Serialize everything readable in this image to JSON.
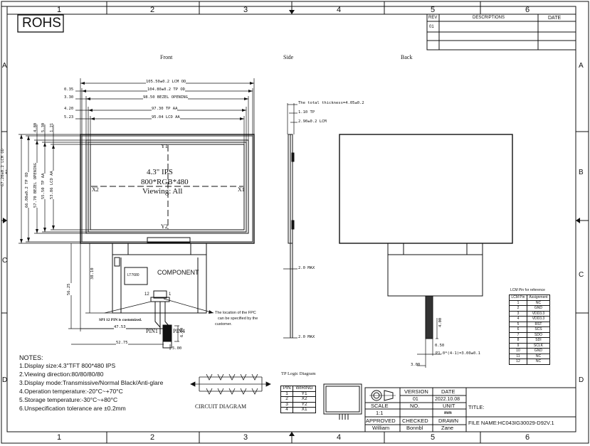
{
  "frame": {
    "cols": [
      "1",
      "2",
      "3",
      "4",
      "5",
      "6"
    ],
    "rows": [
      "A",
      "B",
      "C",
      "D"
    ]
  },
  "badge": "ROHS",
  "revision": {
    "h_rev": "REV",
    "h_desc": "DESCRIPTIONS",
    "h_date": "DATE",
    "rev": "01"
  },
  "views": {
    "front": "Front",
    "side": "Side",
    "back": "Back"
  },
  "front": {
    "title_line1": "4.3\" IPS",
    "title_line2": "800*RGB*480",
    "title_line3": "Viewing: All",
    "y1": "Y1",
    "y2": "Y2",
    "x1": "X1",
    "x2": "X2",
    "dim_lcm_od": "105.50±0.2 LCM OD",
    "dim_tp_od": "104.80±0.2 TP OD",
    "dim_bezel": "98.50 BEZEL OPENING",
    "dim_tp_aa": "97.30 TP AA",
    "dim_lcd_aa": "95.04 LCD AA",
    "off_035": "0.35",
    "off_330": "3.30",
    "off_420": "4.20",
    "off_523": "5.23",
    "v_lcm_od": "67.20±0.2 LCM OD",
    "v_tp_od": "66.80±0.2 TP OD",
    "v_bezel": "57.70 BEZEL OPENING",
    "v_tp_aa": "55.50 TP AA",
    "v_lcd_aa": "53.86 LCD AA",
    "v_480": "4.80",
    "v_530": "5.30",
    "v_121": "1.21",
    "fpc_3810": "38.10",
    "fpc_5625": "56.25",
    "fpc_4753": "47.53",
    "fpc_5275": "52.75",
    "fpc_500": "5.00",
    "fpc_600": "6.00",
    "pin1": "PIN1",
    "pin4": "PIN4",
    "pin12": "12",
    "pin1b": "1",
    "chip": "LT7680",
    "component": "COMPONENT",
    "spi_note": "SPI 12 PIN is customized.",
    "fpc_note_1": "The location of the FPC",
    "fpc_note_2": "can be specified by the",
    "fpc_note_3": "customer."
  },
  "side": {
    "thickness": "The total thickness=4.05±0.2",
    "tp": "1.10 TP",
    "lcm": "2.90±0.2 LCM",
    "max1": "2.0 MAX",
    "max2": "2.0 MAX"
  },
  "back": {
    "dim_pitch": "P1.0*(4-1)=3.00±0.1",
    "dim_050": "0.50",
    "dim_300": "3.00",
    "dim_400": "4.00"
  },
  "lcm_pins": {
    "title": "LCM  Pin for reference",
    "h_pin": "LCM Pin",
    "h_assign": "Assignment",
    "rows": [
      [
        "1",
        "NC"
      ],
      [
        "2",
        "GND"
      ],
      [
        "3",
        "VDD3.3"
      ],
      [
        "4",
        "VDD3.3"
      ],
      [
        "5",
        "RST"
      ],
      [
        "6",
        "SCS"
      ],
      [
        "7",
        "SDO"
      ],
      [
        "8",
        "SDI"
      ],
      [
        "9",
        "SCLK"
      ],
      [
        "10",
        "GND"
      ],
      [
        "11",
        "NC"
      ],
      [
        "12",
        "NC"
      ]
    ]
  },
  "notes": {
    "title": "NOTES:",
    "items": [
      "1.Display size:4.3\"TFT 800*480 IPS",
      "2.Viewing direction:80/80/80/80",
      "3.Display mode:Transmissive/Normal Black/Anti-glare",
      "4.Operation temperature:-20°C~+70°C",
      "5.Storage temperature:-30°C~+80°C",
      "6.Unspecification tolerance are ±0.2mm"
    ]
  },
  "circuit": {
    "label": "CIRCUIT DIAGRAM"
  },
  "tp_logic": {
    "title": "TP Logic Diagram",
    "h_pin": "PIN",
    "h_wiring": "WIRING",
    "rows": [
      [
        "1",
        "Y1"
      ],
      [
        "2",
        "X2"
      ],
      [
        "3",
        "Y2"
      ],
      [
        "4",
        "X1"
      ]
    ]
  },
  "title_block": {
    "version_label": "VERSION",
    "date_label": "DATE",
    "version": "01",
    "date": "2022.10.08",
    "scale_label": "SCALE",
    "no_label": "NO.",
    "unit_label": "UNIT",
    "scale": "1:1",
    "unit": "mm",
    "title_label": "TITLE:",
    "approved_label": "APPROVED",
    "checked_label": "CHECKED",
    "drawn_label": "DRAWN",
    "approved": "William",
    "checked": "Bonnbl",
    "drawn": "Zane",
    "filename": "FILE NAME:HC043IG30029-D92V.1"
  }
}
